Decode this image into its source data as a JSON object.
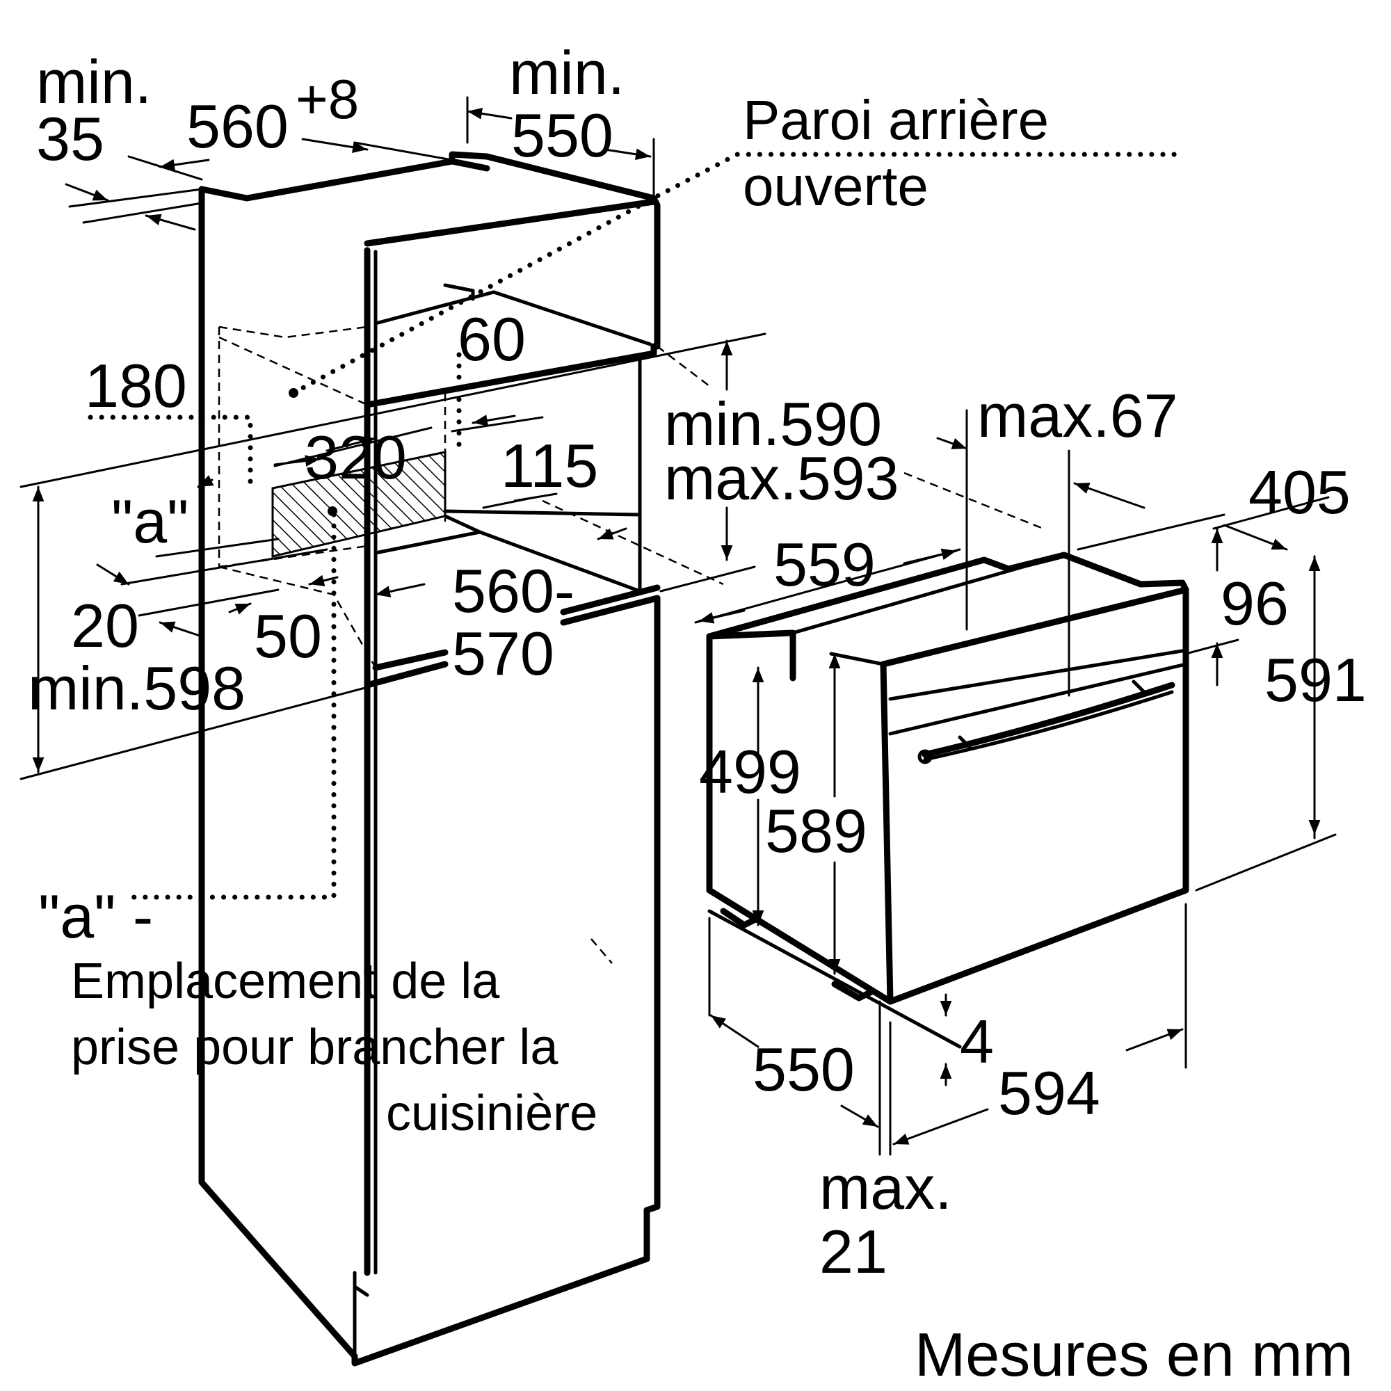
{
  "labels": {
    "min_left": "min.",
    "v35": "35",
    "v560": "560",
    "sup8": "+8",
    "min_top": "min.",
    "v550_top": "550",
    "rear_wall_1": "Paroi arrière",
    "rear_wall_2": "ouverte",
    "v60": "60",
    "v180": "180",
    "v320": "320",
    "v115": "115",
    "a_mark": "\"a\"",
    "v20": "20",
    "v50": "50",
    "min598": "min.598",
    "v560_570_a": "560-",
    "v560_570_b": "570",
    "min590": "min.590",
    "max593": "max.593",
    "max67": "max.67",
    "v405": "405",
    "v559": "559",
    "v96": "96",
    "v591": "591",
    "v499": "499",
    "v589": "589",
    "v4": "4",
    "v550_bottom": "550",
    "v594": "594",
    "max_a": "max.",
    "max_b": "21",
    "legend_a": "\"a\" -",
    "legend_text_1": "Emplacement de la",
    "legend_text_2": "prise pour brancher la",
    "legend_text_3": "cuisinière",
    "units": "Mesures en mm"
  }
}
